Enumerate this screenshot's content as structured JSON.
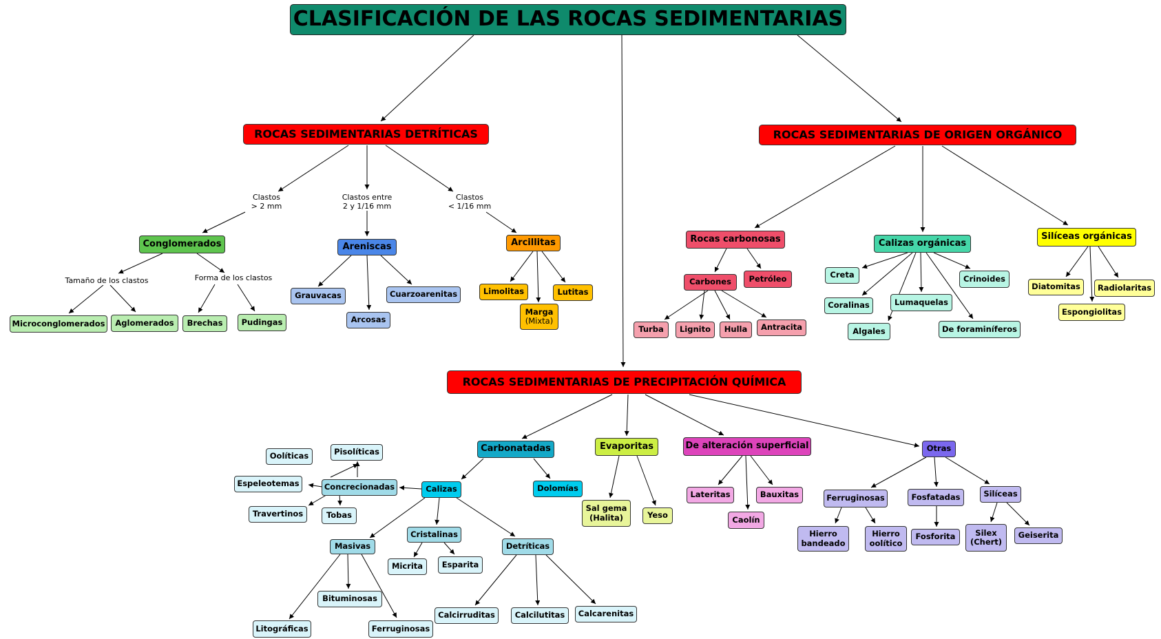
{
  "title": "CLASIFICACIÓN DE LAS ROCAS SEDIMENTARIAS",
  "colors": {
    "title": "#0f8a6c",
    "category": "#ff0000",
    "conglomerados": "#5ec44e",
    "conglomerados_leaf": "#b9edb0",
    "areniscas": "#4a86e8",
    "areniscas_leaf": "#a9c4f0",
    "arcillitas": "#ff9900",
    "arcillitas_leaf": "#ffc000",
    "carbonosas": "#ef4e6a",
    "carbonosas_leaf": "#f5a0ad",
    "calizas_org": "#45d6a8",
    "calizas_org_leaf": "#b8f5e4",
    "siliceas_org": "#ffff00",
    "siliceas_org_leaf": "#ffff99",
    "carbonatadas": "#14a9c8",
    "calizas": "#00ccee",
    "calizas_leaf": "#a0dbe8",
    "calizas_leaf2": "#d9f4fa",
    "evaporitas": "#ccee44",
    "evaporitas_leaf": "#e8f59a",
    "alteracion": "#dd44bb",
    "alteracion_leaf": "#f2a8e4",
    "otras": "#7b68ee",
    "otras_leaf": "#c0baf0"
  },
  "nodes": {
    "detriticas": "ROCAS SEDIMENTARIAS DETRÍTICAS",
    "organico": "ROCAS SEDIMENTARIAS DE  ORIGEN ORGÁNICO",
    "quimica": "ROCAS SEDIMENTARIAS DE PRECIPITACIÓN QUÍMICA",
    "conglomerados": "Conglomerados",
    "areniscas": "Areniscas",
    "arcillitas": "Arcillitas",
    "microconglomerados": "Microconglomerados",
    "aglomerados": "Aglomerados",
    "brechas": "Brechas",
    "pudingas": "Pudingas",
    "grauvacas": "Grauvacas",
    "arcosas": "Arcosas",
    "cuarzoarenitas": "Cuarzoarenitas",
    "limolitas": "Limolitas",
    "marga": "Marga",
    "marga_sub": "(Mixta)",
    "lutitas": "Lutitas",
    "rocas_carbonosas": "Rocas carbonosas",
    "carbones": "Carbones",
    "petroleo": "Petróleo",
    "turba": "Turba",
    "lignito": "Lignito",
    "hulla": "Hulla",
    "antracita": "Antracita",
    "calizas_organicas": "Calizas orgánicas",
    "creta": "Creta",
    "coralinas": "Coralinas",
    "algales": "Algales",
    "lumaquelas": "Lumaquelas",
    "crinoides": "Crinoides",
    "foraminiferos": "De foraminíferos",
    "siliceas_organicas": "Silíceas orgánicas",
    "diatomitas": "Diatomitas",
    "radiolaritas": "Radiolaritas",
    "espongiolitas": "Espongiolitas",
    "carbonatadas": "Carbonatadas",
    "calizas": "Calizas",
    "dolomias": "Dolomías",
    "concrecionadas": "Concrecionadas",
    "ooliticas": "Oolíticas",
    "pisoliticas": "Pisolíticas",
    "espeleotemas": "Espeleotemas",
    "travertinos": "Travertinos",
    "tobas": "Tobas",
    "masivas": "Masivas",
    "cristalinas": "Cristalinas",
    "detriticas_q": "Detríticas",
    "micrita": "Micrita",
    "esparita": "Esparita",
    "bituminosas": "Bituminosas",
    "litograficas": "Litográficas",
    "ferruginosas_m": "Ferruginosas",
    "calcirruditas": "Calcirruditas",
    "calcilutitas": "Calcilutitas",
    "calcarenitas": "Calcarenitas",
    "evaporitas": "Evaporitas",
    "sal_gema": "Sal gema\n(Halita)",
    "yeso": "Yeso",
    "alteracion": "De alteración superficial",
    "lateritas": "Lateritas",
    "bauxitas": "Bauxitas",
    "caolin": "Caolín",
    "otras": "Otras",
    "ferruginosas_o": "Ferruginosas",
    "fosfatadas": "Fosfatadas",
    "siliceas": "Silíceas",
    "hierro_bandeado": "Hierro\nbandeado",
    "hierro_oolitico": "Hierro\noolítico",
    "fosforita": "Fosforita",
    "silex": "Silex\n(Chert)",
    "geiserita": "Geiserita"
  },
  "labels": {
    "clastos_mayor": "Clastos\n> 2 mm",
    "clastos_entre": "Clastos entre\n2 y 1/16 mm",
    "clastos_menor": "Clastos\n< 1/16 mm",
    "tamano": "Tamaño de los clastos",
    "forma": "Forma de los clastos"
  }
}
